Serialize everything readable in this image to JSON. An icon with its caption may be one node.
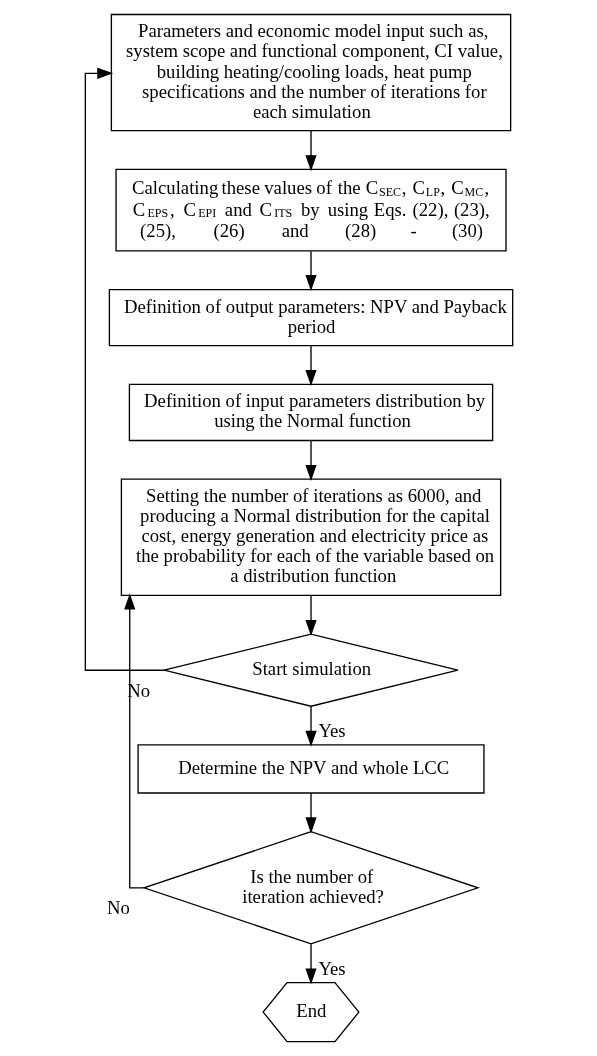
{
  "diagram": {
    "nodes": [
      {
        "text": [
          "Parameters and economic model input such as, system scope and functional component, CI value, building heating/cooling loads, heat pump specifications and the number of iterations for each simulation"
        ]
      },
      {
        "text": [
          "Calculating these values of the C$_{SEC}$, C$_{LP}$, C$_{MC}$, C$_{EPS}$, C$_{EPI}$ and C$_{ITS}$ by using Eqs. (22), (23), (25), (26) and (28) - (30)"
        ]
      },
      {
        "text": [
          "Definition of output parameters: NPV and Payback period"
        ]
      },
      {
        "text": [
          "Definition of input parameters distribution by using the Normal function"
        ]
      },
      {
        "text": [
          "Setting the number of iterations as 6000, and producing a Normal distribution for the capital cost, energy generation and electricity price as the probability for each of the variable based on a distribution function"
        ]
      },
      {
        "text": [
          "Start simulation"
        ]
      },
      {
        "text": [
          "Determine the NPV and whole LCC"
        ]
      },
      {
        "text": [
          "Is the number of iteration achieved?"
        ]
      },
      {
        "text": [
          "End"
        ]
      }
    ],
    "edges": [
      {
        "from": 0,
        "to": 1,
        "arrow": "to"
      },
      {
        "from": 1,
        "to": 2,
        "arrow": "to"
      },
      {
        "from": 2,
        "to": 3,
        "arrow": "to"
      },
      {
        "from": 3,
        "to": 4,
        "arrow": "to"
      },
      {
        "from": 4,
        "to": 5,
        "arrow": "to"
      },
      {
        "from": 5,
        "to": 0,
        "arrow": "to",
        "label": "No"
      },
      {
        "from": 5,
        "to": 6,
        "arrow": "to",
        "label": "Yes"
      },
      {
        "from": 6,
        "to": 7,
        "arrow": "to"
      },
      {
        "from": 7,
        "to": 4,
        "arrow": "to",
        "label": "No"
      },
      {
        "from": 7,
        "to": 8,
        "arrow": "to",
        "label": "Yes"
      }
    ]
  }
}
